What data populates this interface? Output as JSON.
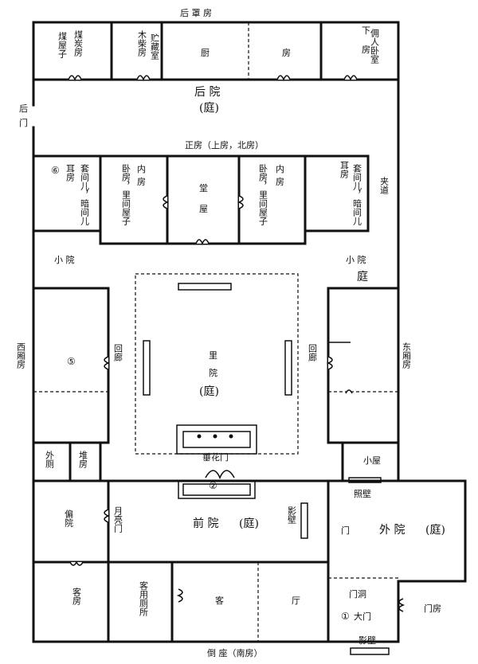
{
  "labels": {
    "houzhaofang": "后 罩 房",
    "meitanfang": "煤炭房",
    "meiwuzi": "煤屋子",
    "muqifang": "木柴房",
    "cangcangshi": "贮藏室",
    "chu": "厨",
    "fang": "房",
    "xia": "下",
    "fang2": "房",
    "yongrenwoshi": "佣人卧室",
    "houyuan": "后  院",
    "ting_back": "(庭)",
    "houmen_1": "后",
    "houmen_2": "门",
    "zhengfang": "正房（上房，北房）",
    "erfang_w": "耳房",
    "taojian_w": "套间儿，暗间儿",
    "neifang_w1": "内",
    "neifang_w2": "房",
    "woshi_w": "卧房，里间屋子",
    "tangwu_1": "堂",
    "tangwu_2": "屋",
    "neifang_e1": "内",
    "neifang_e2": "房",
    "woshi_e": "卧房，里间屋子",
    "erfang_e": "耳房",
    "taojian_e": "套间儿，暗间儿",
    "jiadao": "夹道",
    "xiaoyuan_w": "小 院",
    "xiaoyuan_e": "小 院",
    "ting_e": "庭",
    "xixiang": "西厢房",
    "huilang_w": "回廊",
    "liyuan_1": "里",
    "liyuan_2": "院",
    "ting_inner": "(庭)",
    "huilang_e": "回廊",
    "dongxiang": "东厢房",
    "waice": "外厕",
    "duifang": "堆房",
    "chuihuamen": "垂花门",
    "xiaowu": "小屋",
    "zhaobi": "照壁",
    "pianyuan": "偏院",
    "yueliangmen": "月亮门",
    "qianyuan": "前  院",
    "ting_front": "(庭)",
    "yingbi_inner": "影壁",
    "men": "门",
    "waiyuan": "外  院",
    "ting_outer": "(庭)",
    "kefang": "客房",
    "keyongcesuo": "客用厕所",
    "ke": "客",
    "ting_hall": "厅",
    "mendong": "门洞",
    "damen": "大门",
    "menfang": "门房",
    "daozuo": "倒 座（南房）",
    "yingbi_outer": "影壁"
  },
  "markers": [
    "①",
    "②",
    "⑤",
    "⑥"
  ]
}
